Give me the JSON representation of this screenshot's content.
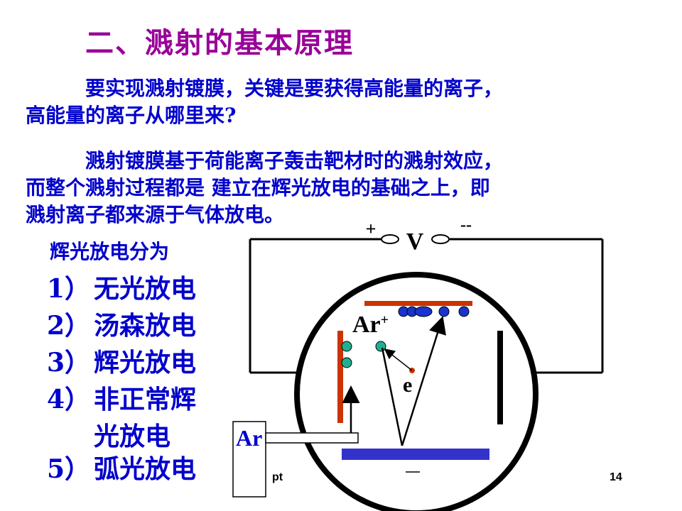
{
  "title": "二、溅射的基本原理",
  "paragraph1": {
    "line1": "要实现溅射镀膜，关键是要获得高能量的离子，",
    "line2": "高能量的离子从哪里来?"
  },
  "paragraph2": {
    "line1": "溅射镀膜基于荷能离子轰击靶材时的溅射效应，",
    "line2": "而整个溅射过程都是 建立在辉光放电的基础之上，即",
    "line3": "溅射离子都来源于气体放电。"
  },
  "discharge_list": {
    "intro": "辉光放电分为",
    "items": [
      {
        "num": "1）",
        "text": "无光放电"
      },
      {
        "num": "2）",
        "text": "汤森放电"
      },
      {
        "num": "3）",
        "text": "辉光放电"
      },
      {
        "num": "4）",
        "text": "非正常辉"
      },
      {
        "num": "",
        "text": "光放电"
      },
      {
        "num": "5）",
        "text": "弧光放电"
      }
    ]
  },
  "diagram": {
    "plus_label": "+",
    "minus_label": "--",
    "voltage_label": "V",
    "ion_label": "Ar",
    "ion_charge": "+",
    "electron_label": "e",
    "gas_inlet_label": "Ar",
    "colors": {
      "wire": "#000000",
      "target": "#cc3300",
      "electrode_red": "#cc3300",
      "substrate": "#3333cc",
      "atoms_blue": "#1a33cc",
      "ion_green": "#20b090",
      "electron": "#cc3300",
      "text_blue": "#0000cc",
      "title_purple": "#990099"
    }
  },
  "footer": {
    "file_label": "pt",
    "page_number": "14"
  }
}
